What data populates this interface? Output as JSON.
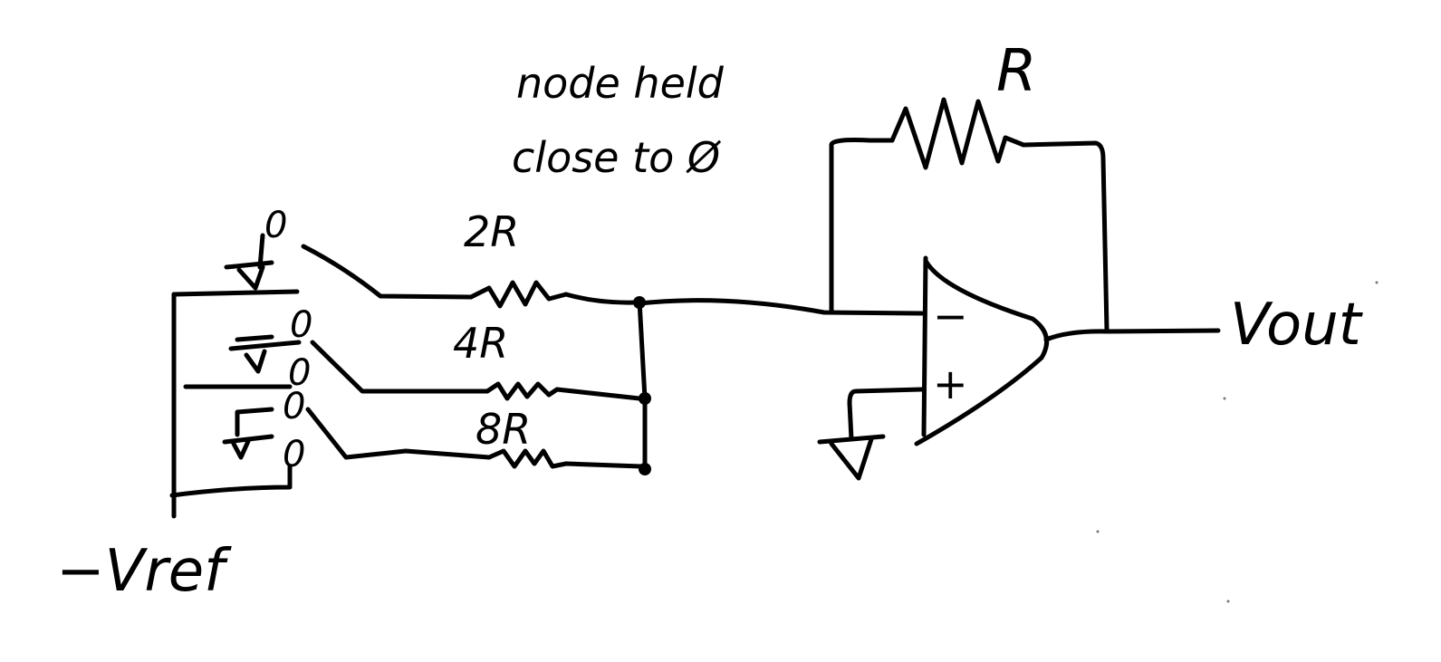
{
  "labels": {
    "annotation_line1": "node held",
    "annotation_line2": "close to Ø",
    "feedback_resistor": "R",
    "resistor_top": "2R",
    "resistor_middle": "4R",
    "resistor_bottom": "8R",
    "output": "Vout",
    "reference": "−Vref",
    "inverting_input": "−",
    "noninverting_input": "+",
    "switch_top_contact": "0",
    "switch_middle_upper_contact": "0",
    "switch_middle_lower_contact": "0",
    "switch_bottom_upper_contact": "0",
    "switch_bottom_lower_contact": "0"
  },
  "icons": {
    "ground_top": "ground-icon",
    "ground_middle": "ground-icon",
    "ground_bottom": "ground-icon",
    "ground_opamp": "ground-icon",
    "opamp": "op-amp-icon"
  },
  "colors": {
    "ink": "#000000",
    "paper": "#ffffff"
  }
}
